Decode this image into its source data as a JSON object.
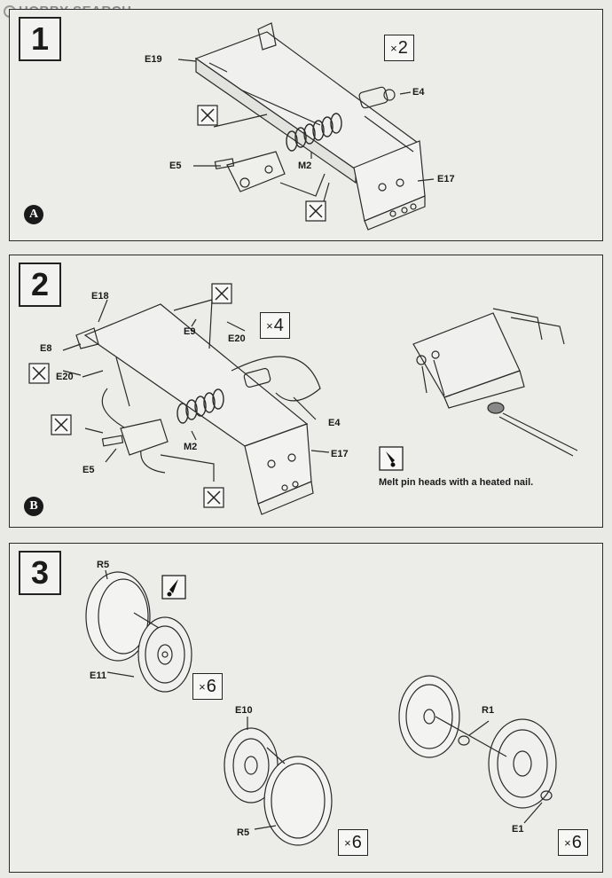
{
  "watermark": {
    "text": "HOBBY SEARCH"
  },
  "step1": {
    "number": "1",
    "multiplier": "2",
    "circle": "A",
    "labels": {
      "e19": "E19",
      "e4": "E4",
      "e5": "E5",
      "m2": "M2",
      "e17": "E17"
    }
  },
  "step2": {
    "number": "2",
    "multiplier": "4",
    "circle": "B",
    "labels": {
      "e18": "E18",
      "e8": "E8",
      "e20a": "E20",
      "e9": "E9",
      "e20b": "E20",
      "e4": "E4",
      "m2": "M2",
      "e5": "E5",
      "e17": "E17"
    },
    "note": "Melt pin heads with a heated nail."
  },
  "step3": {
    "number": "3",
    "multiplier_a": "6",
    "multiplier_b": "6",
    "multiplier_c": "6",
    "labels": {
      "r5a": "R5",
      "e11": "E11",
      "e10": "E10",
      "r5b": "R5",
      "r1": "R1",
      "e1": "E1"
    }
  },
  "multiplier_sign": "×"
}
